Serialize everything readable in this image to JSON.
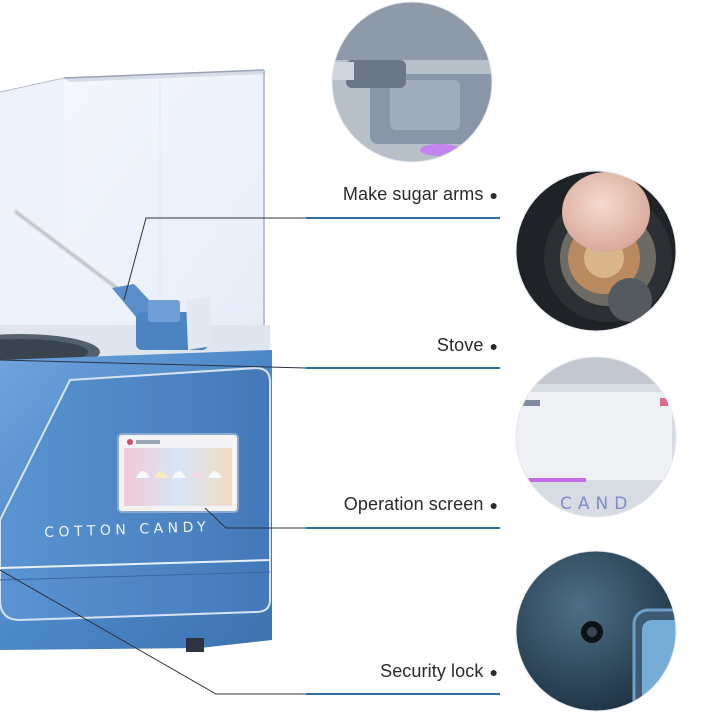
{
  "machine": {
    "brand_text": "COTTON CANDY"
  },
  "callouts": [
    {
      "label": "Make sugar arms"
    },
    {
      "label": "Stove"
    },
    {
      "label": "Operation screen"
    },
    {
      "label": "Security lock"
    }
  ],
  "detail_screen": {
    "partial_text": "CAND"
  },
  "colors": {
    "machine_blue": "#4a86c6",
    "callout_line": "#2f6ea3",
    "label_text": "#2a2a2a"
  }
}
